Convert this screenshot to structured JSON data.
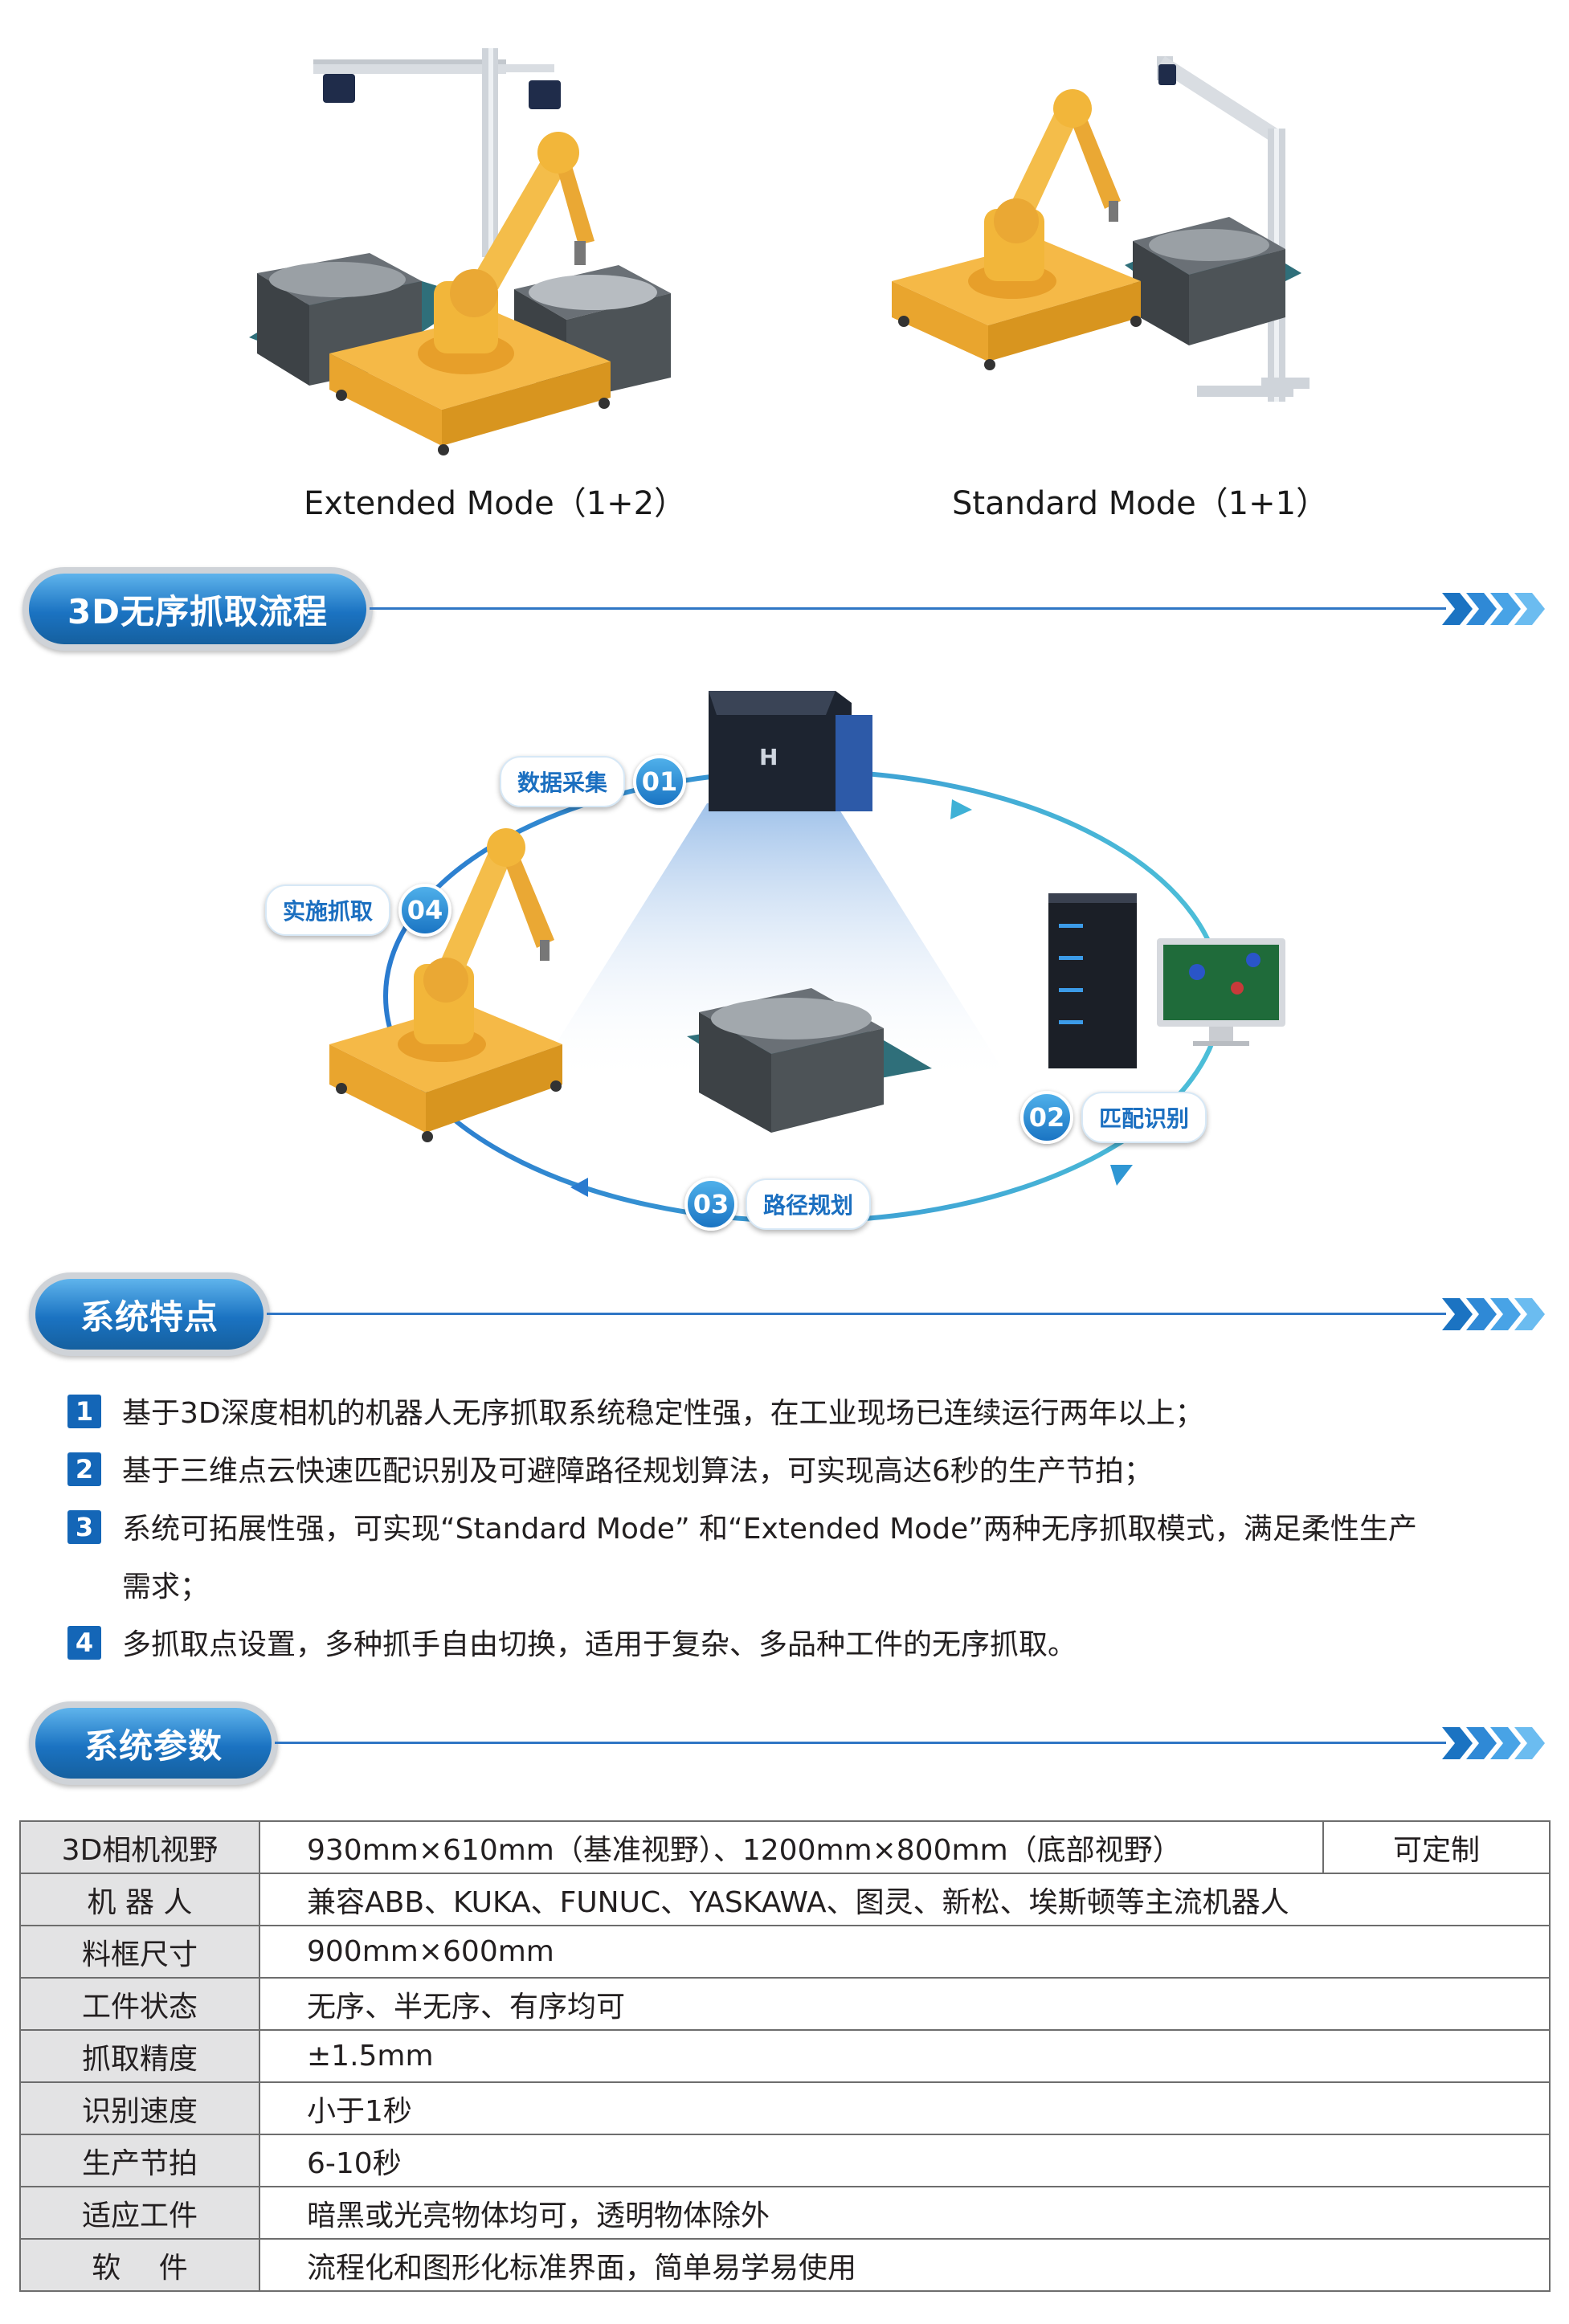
{
  "modes": {
    "extended_label": "Extended Mode（1+2）",
    "standard_label": "Standard Mode（1+1）"
  },
  "sections": {
    "process_title": "3D无序抓取流程",
    "features_title": "系统特点",
    "params_title": "系统参数"
  },
  "process_steps": [
    {
      "num": "01",
      "label": "数据采集"
    },
    {
      "num": "02",
      "label": "匹配识别"
    },
    {
      "num": "03",
      "label": "路径规划"
    },
    {
      "num": "04",
      "label": "实施抓取"
    }
  ],
  "features": [
    {
      "num": "1",
      "text": "基于3D深度相机的机器人无序抓取系统稳定性强，在工业现场已连续运行两年以上；"
    },
    {
      "num": "2",
      "text": "基于三维点云快速匹配识别及可避障路径规划算法，可实现高达6秒的生产节拍；"
    },
    {
      "num": "3",
      "text": "系统可拓展性强，可实现“Standard Mode” 和“Extended Mode”两种无序抓取模式，满足柔性生产",
      "text2": "需求；"
    },
    {
      "num": "4",
      "text": "多抓取点设置，多种抓手自由切换，适用于复杂、多品种工件的无序抓取。"
    }
  ],
  "params": {
    "rows": [
      {
        "key": "3D相机视野",
        "value": "930mm×610mm（基准视野）、1200mm×800mm（底部视野）",
        "extra": "可定制"
      },
      {
        "key": "机 器 人",
        "value": "兼容ABB、KUKA、FUNUC、YASKAWA、图灵、新松、埃斯顿等主流机器人"
      },
      {
        "key": "料框尺寸",
        "value": "900mm×600mm"
      },
      {
        "key": "工件状态",
        "value": "无序、半无序、有序均可"
      },
      {
        "key": "抓取精度",
        "value": "±1.5mm"
      },
      {
        "key": "识别速度",
        "value": "小于1秒"
      },
      {
        "key": "生产节拍",
        "value": "6-10秒"
      },
      {
        "key": "适应工件",
        "value": "暗黑或光亮物体均可，透明物体除外"
      },
      {
        "key": "软　 件",
        "value": "流程化和图形化标准界面，简单易学易使用"
      }
    ]
  },
  "colors": {
    "accent_blue": "#1b73c2",
    "robot_yellow": "#f2b63a",
    "bin_gray": "#3f4347"
  }
}
